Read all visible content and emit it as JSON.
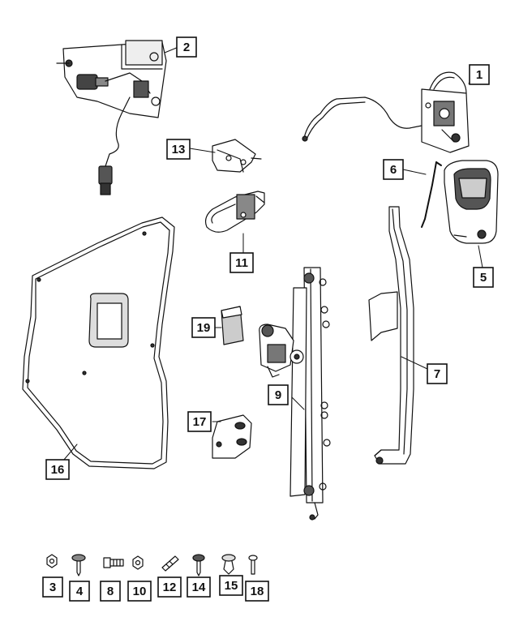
{
  "callouts": {
    "c1": "1",
    "c2": "2",
    "c3": "3",
    "c4": "4",
    "c5": "5",
    "c6": "6",
    "c7": "7",
    "c8": "8",
    "c9": "9",
    "c10": "10",
    "c11": "11",
    "c12": "12",
    "c13": "13",
    "c14": "14",
    "c15": "15",
    "c16": "16",
    "c17": "17",
    "c18": "18",
    "c19": "19"
  },
  "colors": {
    "line": "#111111",
    "fill_light": "#ffffff",
    "fill_mid": "#d9d9d9",
    "fill_dark": "#4a4a4a"
  }
}
